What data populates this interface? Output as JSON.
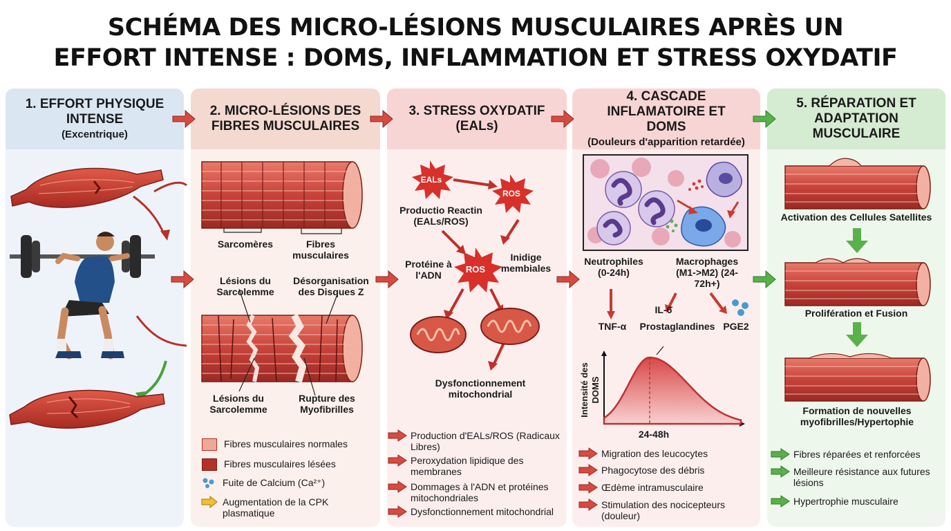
{
  "title": {
    "line1": "SCHÉMA DES MICRO-LÉSIONS MUSCULAIRES APRÈS  UN",
    "line2": "EFFORT INTENSE : DOMS, INFLAMMATION ET STRESS OXYDATIF"
  },
  "col1": {
    "title": "1. EFFORT PHYSIQUE INTENSE",
    "subtitle": "(Excentrique)"
  },
  "col2": {
    "title": "2. MICRO-LÉSIONS DES FIBRES MUSCULAIRES",
    "labels": {
      "sarcomeres": "Sarcomères",
      "fibres": "Fibres musculaires",
      "lesions_top": "Lésions du Sarcolemme",
      "disorg": "Désorganisation des Disques Z",
      "lesions_bottom": "Lésions du Sarcolemme",
      "rupture": "Rupture des Myofibrilles"
    },
    "legend": [
      {
        "text": "Fibres musculaires normales",
        "color": "#f0a898"
      },
      {
        "text": "Fibres musculaires lésées",
        "color": "#b8302a"
      },
      {
        "text": "Fuite de Calcium (Ca²⁺)",
        "color": "#4a9ad0"
      },
      {
        "text": "Augmentation de la CPK plasmatique",
        "color": "#f0c030"
      }
    ]
  },
  "col3": {
    "title": "3. STRESS OXYDATIF",
    "subtitle": "(EALs)",
    "labels": {
      "eals": "EALs",
      "ros1": "ROS",
      "ros2": "ROS",
      "productio": "Productio Reactin (EALs/ROS)",
      "proteine": "Protéine à l'ADN",
      "inidige": "Inidige membiales",
      "dysf": "Dysfonctionnement mitochondrial"
    },
    "legend": [
      {
        "text": "Production d'EALs/ROS (Radicaux Libres)"
      },
      {
        "text": "Peroxydation lipidique des membranes"
      },
      {
        "text": "Dommages à l'ADN et protéines mitochondriales"
      },
      {
        "text": "Dysfonctionnement mitochondrial"
      }
    ]
  },
  "col4": {
    "title": "4. CASCADE INFLAMATOIRE ET DOMS",
    "subtitle": "(Douleurs d'apparition retardée)",
    "labels": {
      "neutro": "Neutrophiles (0-24h)",
      "macro": "Macrophages (M1->M2) (24-72h+)",
      "il6": "IL-6",
      "tnf": "TNF-α",
      "prosta": "Prostaglandines",
      "pge2": "PGE2"
    },
    "legend": [
      {
        "text": "Migration des leucocytes"
      },
      {
        "text": "Phagocytose des débris"
      },
      {
        "text": "Œdème intramusculaire"
      },
      {
        "text": "Stimulation des nocicepteurs (douleur)"
      }
    ]
  },
  "col5": {
    "title": "5. RÉPARATION ET ADAPTATION MUSCULAIRE",
    "labels": {
      "activation": "Activation des Cellules Satellites",
      "proliferation": "Prolifération et Fusion",
      "formation": "Formation de nouvelles myofibrilles/Hypertophie"
    },
    "legend": [
      {
        "text": "Fibres réparées et renforcées"
      },
      {
        "text": "Meilleure résistance aux futures lésions"
      },
      {
        "text": "Hypertrophie musculaire"
      }
    ]
  },
  "chart_data": {
    "type": "area",
    "ylabel": "Intensité des DOMS",
    "x_tick_labels": [
      "24-48h"
    ],
    "peak_x_label": "24-48h",
    "color": "#d84848"
  }
}
